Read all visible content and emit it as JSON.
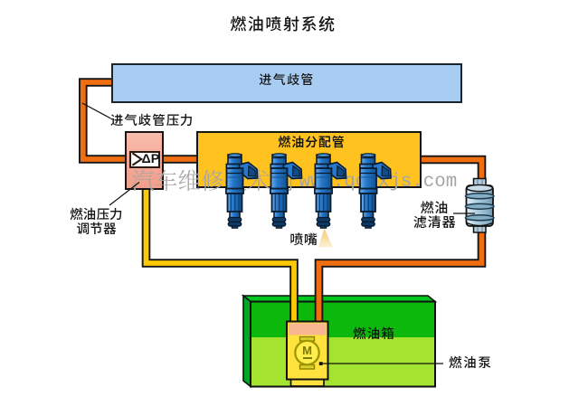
{
  "title": "燃油喷射系统",
  "watermark": {
    "cjk": "汽车维修技术网",
    "latin": "www.qcwxjs.com"
  },
  "components": {
    "intake_manifold": {
      "label": "进气歧管"
    },
    "manifold_pressure_line": {
      "label": "进气歧管压力"
    },
    "pressure_regulator": {
      "label_line1": "燃油压力",
      "label_line2": "调节器",
      "symbol": "ΔP"
    },
    "fuel_rail": {
      "label": "燃油分配管"
    },
    "injectors": {
      "label": "喷嘴",
      "count": 4
    },
    "fuel_filter": {
      "label_line1": "燃油",
      "label_line2": "滤清器"
    },
    "fuel_tank": {
      "label": "燃油箱"
    },
    "fuel_pump": {
      "label": "燃油泵",
      "motor_symbol": "M"
    }
  },
  "colors": {
    "pipe_orange": "#EF6E10",
    "pipe_yellow": "#FCC907",
    "pipe_outline": "#161616",
    "manifold_blue": "#A9CDF2",
    "rail_yellow": "#FFC21E",
    "regulator_pink": "#F5AB9D",
    "tank_green_dark": "#0CB80C",
    "tank_green_light": "#A4E431",
    "tank_green_side": "#00C832",
    "pump_yellow": "#FFE23E",
    "pump_salmon": "#F9B791",
    "motor_olive": "#8F8A00",
    "injector_blue": "#1F72C4",
    "filter_steel": "#AFC9D8",
    "watermark_gray": "#A6A6A6"
  }
}
